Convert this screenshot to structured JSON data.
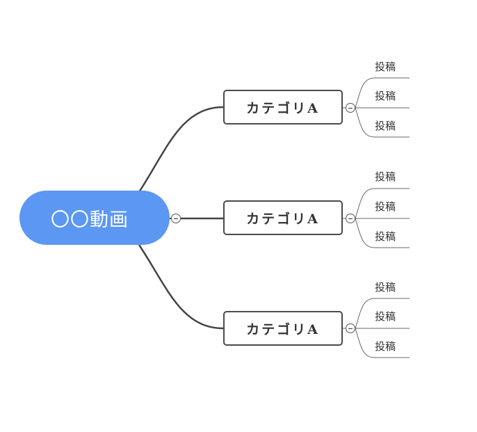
{
  "root": {
    "label": "〇〇動画"
  },
  "categories": [
    {
      "label": "カテゴリA",
      "children": [
        "投稿",
        "投稿",
        "投稿"
      ]
    },
    {
      "label": "カテゴリA",
      "children": [
        "投稿",
        "投稿",
        "投稿"
      ]
    },
    {
      "label": "カテゴリA",
      "children": [
        "投稿",
        "投稿",
        "投稿"
      ]
    }
  ],
  "colors": {
    "root_fill": "#5b97f3",
    "connector": "#444444",
    "leaf_connector": "#666666"
  }
}
